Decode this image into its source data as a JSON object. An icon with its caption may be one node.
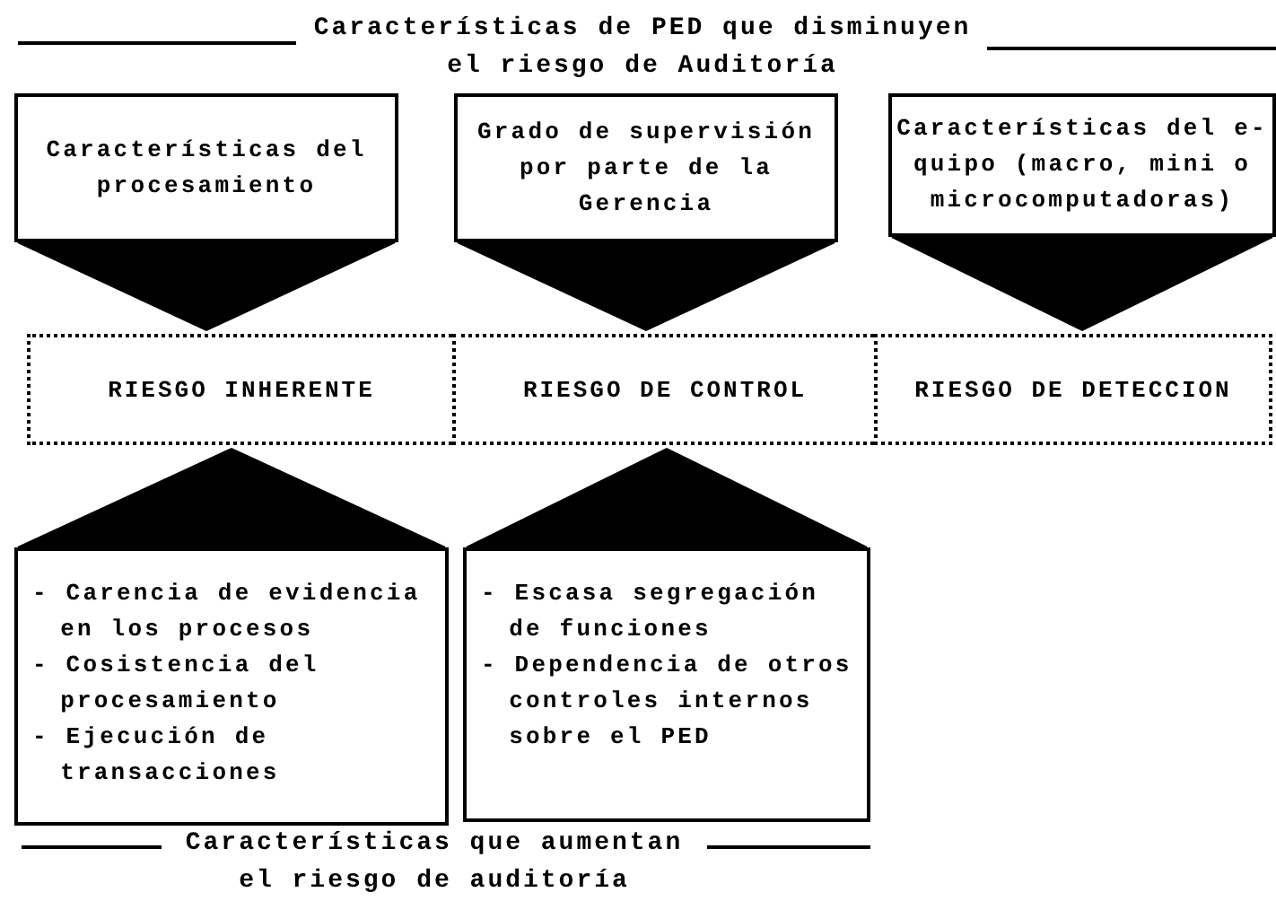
{
  "diagram": {
    "title": "Características de PED que disminuyen el riesgo de Auditoría",
    "caption": "Características que aumentan el riesgo de auditoría",
    "nodes": [
      {
        "text": [
          "Características del procesamiento"
        ]
      },
      {
        "text": [
          "Grado de supervisión por parte de la Gerencia"
        ]
      },
      {
        "text": [
          "Características del e-quipo (macro, mini o microcomputadoras)"
        ]
      },
      {
        "text": [
          "RIESGO INHERENTE"
        ]
      },
      {
        "text": [
          "RIESGO DE CONTROL"
        ]
      },
      {
        "text": [
          "RIESGO DE DETECCION"
        ]
      },
      {
        "text": [
          "- Carencia de evidencia en los procesos",
          "- Cosistencia del procesamiento",
          "- Ejecución de transacciones"
        ]
      },
      {
        "text": [
          "- Escasa segregación de funciones",
          "- Dependencia de otros controles internos sobre el PED"
        ]
      }
    ],
    "edges": [
      {
        "from": 0,
        "to": 3,
        "arrow": "to",
        "style": "thick"
      },
      {
        "from": 1,
        "to": 4,
        "arrow": "to",
        "style": "thick"
      },
      {
        "from": 2,
        "to": 5,
        "arrow": "to",
        "style": "thick"
      },
      {
        "from": 6,
        "to": 3,
        "arrow": "to",
        "style": "thick"
      },
      {
        "from": 7,
        "to": 4,
        "arrow": "to",
        "style": "thick"
      }
    ]
  }
}
